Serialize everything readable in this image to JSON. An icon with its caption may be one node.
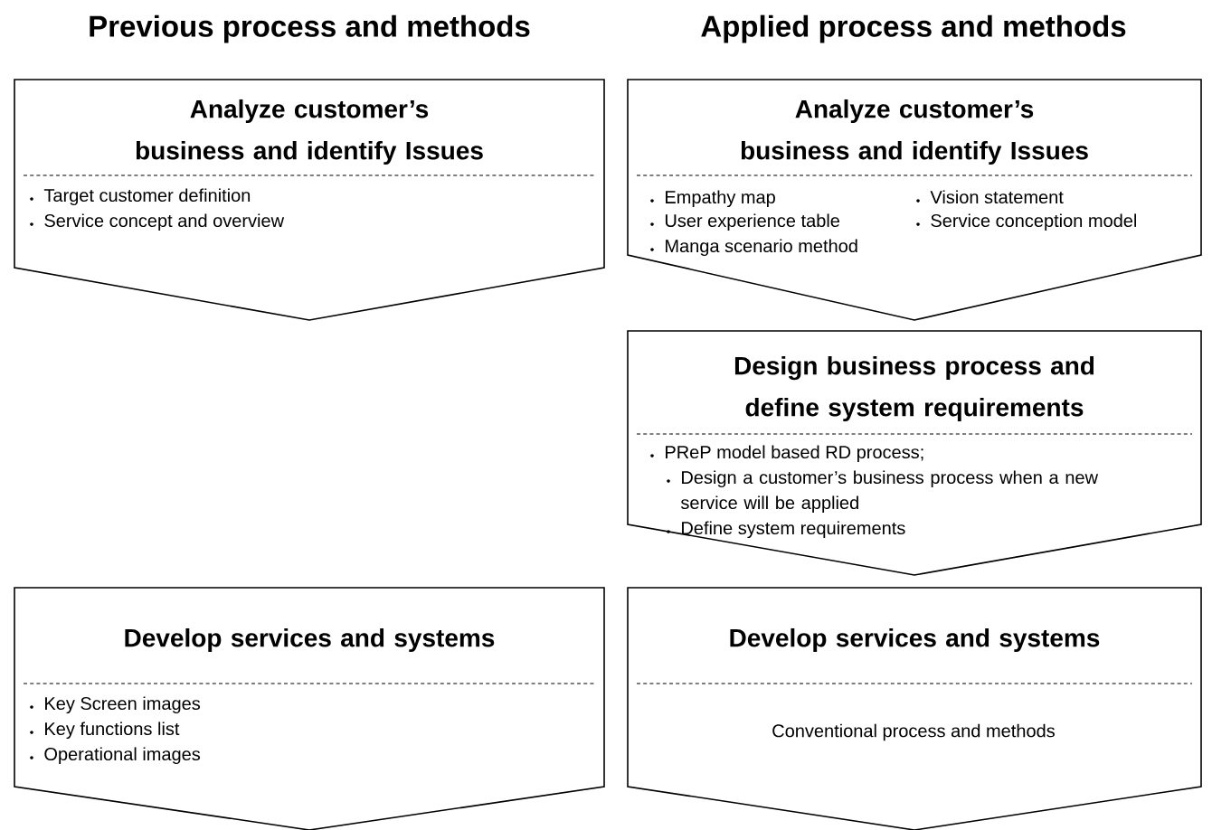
{
  "diagram": {
    "nodes": [
      {
        "text": [
          "Analyze customer’s business and identify Issues",
          "Target customer definition",
          "Service concept and overview"
        ]
      },
      {
        "text": [
          "Develop services and systems",
          "Key Screen images",
          "Key functions list",
          "Operational images"
        ]
      },
      {
        "text": [
          "Analyze customer’s business and identify Issues",
          "Empathy map",
          "Vision statement",
          "User experience table",
          "Service conception model",
          "Manga scenario method"
        ]
      },
      {
        "text": [
          "Design business process and define system requirements",
          "PReP model based RD process;",
          "Design a customer’s business process when a new service will be applied",
          "Define system requirements"
        ]
      },
      {
        "text": [
          "Develop services and systems",
          "Conventional process and methods"
        ]
      }
    ],
    "labels": [
      "Previous process and methods",
      "Applied process and methods"
    ]
  }
}
